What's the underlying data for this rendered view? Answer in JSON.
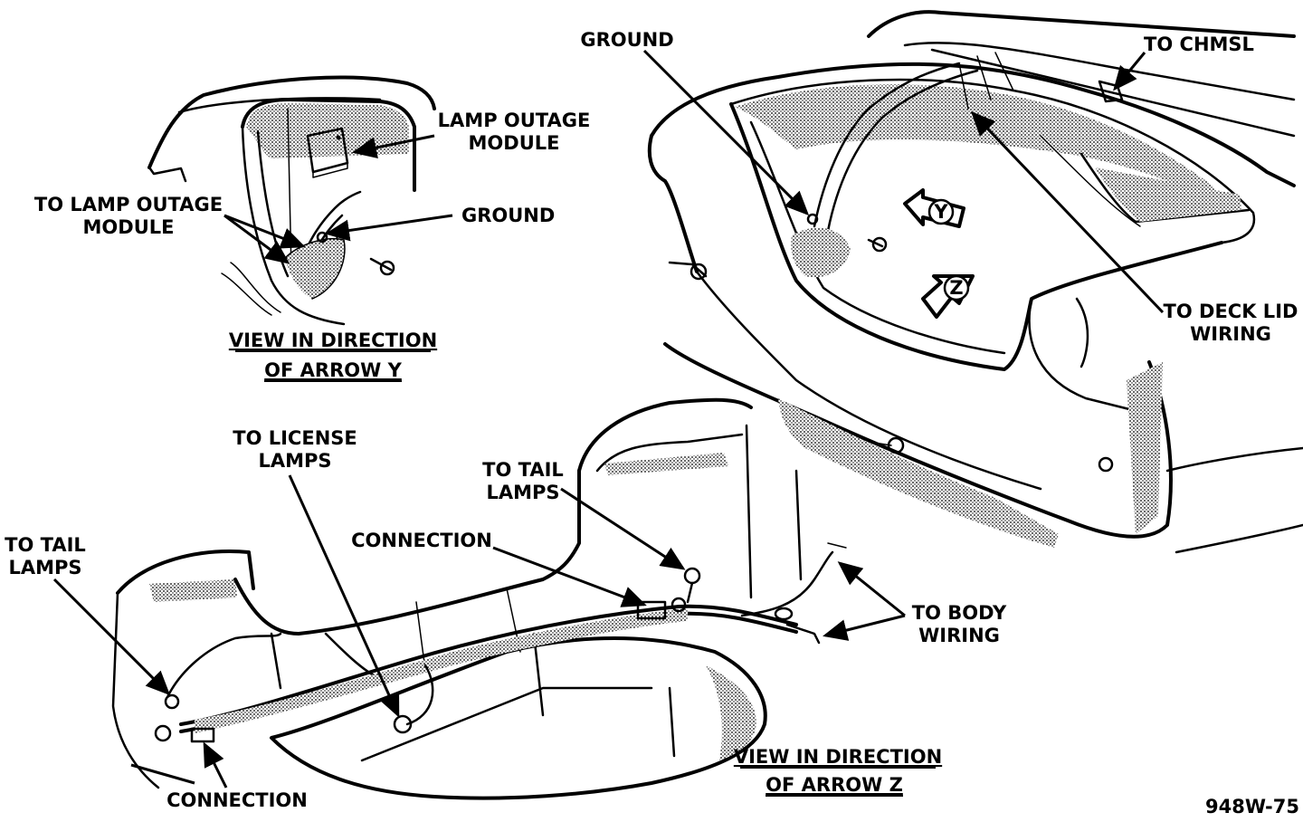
{
  "figure_id": "948W-75",
  "views": {
    "arrow_y": {
      "title_line1": "VIEW IN DIRECTION",
      "title_line2": "OF ARROW Y",
      "labels": {
        "lamp_outage_module_1": "LAMP OUTAGE",
        "lamp_outage_module_2": "MODULE",
        "to_lamp_outage_module_1": "TO LAMP OUTAGE",
        "to_lamp_outage_module_2": "MODULE",
        "ground": "GROUND"
      }
    },
    "trunk_overview": {
      "labels": {
        "ground": "GROUND",
        "to_chmsl": "TO CHMSL",
        "to_deck_lid_wiring_1": "TO DECK LID",
        "to_deck_lid_wiring_2": "WIRING",
        "arrow_y": "Y",
        "arrow_z": "Z"
      }
    },
    "arrow_z": {
      "title_line1": "VIEW IN DIRECTION",
      "title_line2": "OF ARROW Z",
      "labels": {
        "to_license_lamps_1": "TO LICENSE",
        "to_license_lamps_2": "LAMPS",
        "to_tail_lamps_right_1": "TO TAIL",
        "to_tail_lamps_right_2": "LAMPS",
        "connection_upper": "CONNECTION",
        "to_tail_lamps_left_1": "TO TAIL",
        "to_tail_lamps_left_2": "LAMPS",
        "to_body_wiring_1": "TO BODY",
        "to_body_wiring_2": "WIRING",
        "connection_lower": "CONNECTION"
      }
    }
  }
}
